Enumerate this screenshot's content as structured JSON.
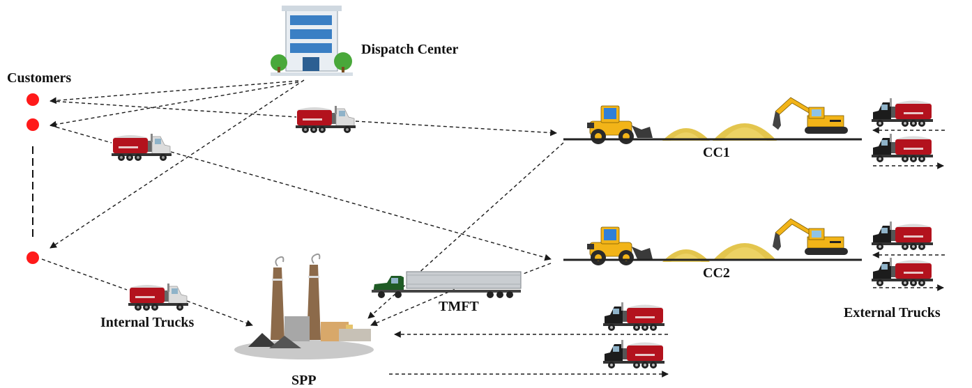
{
  "labels": {
    "dispatch_center": "Dispatch Center",
    "customers": "Customers",
    "cc1": "CC1",
    "cc2": "CC2",
    "tmft": "TMFT",
    "internal_trucks": "Internal Trucks",
    "external_trucks": "External Trucks",
    "spp": "SPP"
  },
  "colors": {
    "customer_node": "#ff1a1a",
    "truck_red": "#b3121d",
    "cab_white": "#d9d9d9",
    "cab_black": "#1c1c1c",
    "cab_green": "#1f5b25",
    "loader_yellow": "#f2b418",
    "pile_yellow": "#e3c54d",
    "building_blue": "#3a7fc4",
    "tree_green": "#49a83a"
  },
  "icons": [
    "office-building-icon",
    "dump-truck-icon",
    "wheel-loader-icon",
    "excavator-icon",
    "sand-pile-icon",
    "semi-trailer-icon",
    "power-plant-icon"
  ]
}
